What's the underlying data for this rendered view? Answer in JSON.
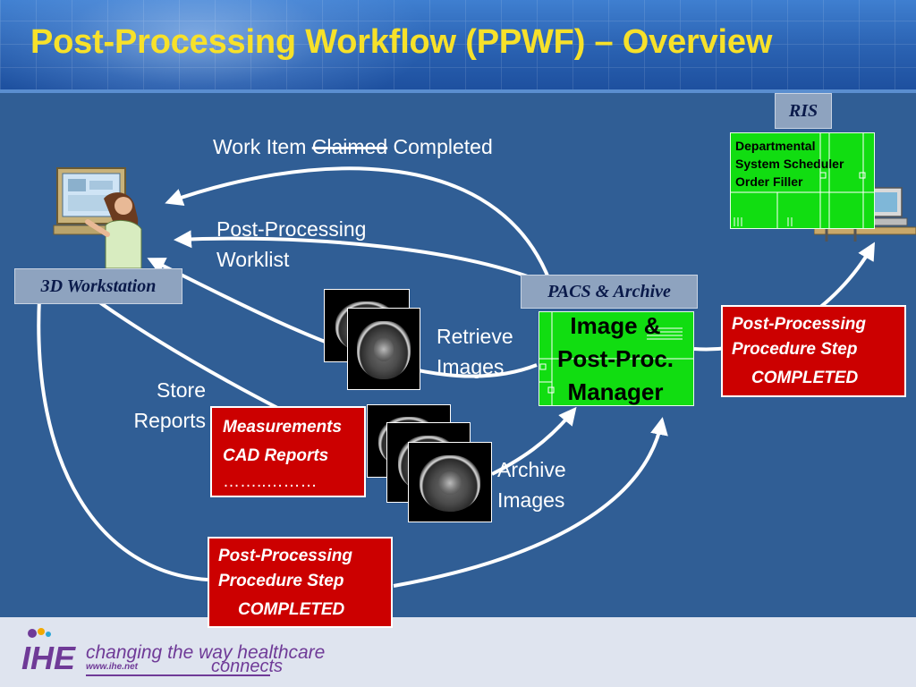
{
  "title": "Post-Processing Workflow (PPWF) – Overview",
  "flow_labels": {
    "work_item_prefix": "Work Item",
    "work_item_struck": "Claimed",
    "work_item_suffix": "Completed",
    "worklist_line1": "Post-Processing",
    "worklist_line2": "Worklist",
    "retrieve_line1": "Retrieve",
    "retrieve_line2": "Images",
    "store_line1": "Store",
    "store_line2": "Reports",
    "archive_line1": "Archive",
    "archive_line2": "Images"
  },
  "actors": {
    "workstation": "3D Workstation",
    "pacs": "PACS & Archive",
    "ris": "RIS"
  },
  "manager": {
    "line1": "Image &",
    "line2": "Post-Proc.",
    "line3": "Manager"
  },
  "ris_panel": {
    "line1": "Departmental",
    "line2": "System Scheduler",
    "line3": "Order Filler"
  },
  "reports_box": {
    "line1": "Measurements",
    "line2": "CAD Reports",
    "line3": "……..………"
  },
  "ppps_right": {
    "line1": "Post-Processing",
    "line2": "Procedure Step",
    "line3": "COMPLETED"
  },
  "ppps_bottom": {
    "line1": "Post-Processing",
    "line2": "Procedure Step",
    "line3": "COMPLETED"
  },
  "footer": {
    "logo": "IHE",
    "tagline": "changing the way healthcare",
    "url": "www.ihe.net",
    "connects": "connects"
  },
  "colors": {
    "title": "#f7e12a",
    "background": "#305e95",
    "report_box": "#cc0000",
    "manager_box": "#11dd11",
    "footer_text": "#6f3a97"
  },
  "icons": [
    "workstation-user-icon",
    "ris-clerk-icon",
    "ct-scan-image",
    "ihe-logo"
  ]
}
